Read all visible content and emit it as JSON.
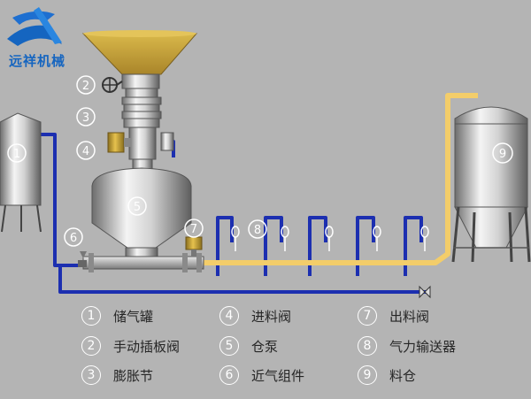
{
  "brand": {
    "name": "远祥机械"
  },
  "callouts": [
    "1",
    "2",
    "3",
    "4",
    "5",
    "6",
    "7",
    "8",
    "9"
  ],
  "legend": [
    {
      "num": "1",
      "label": "储气罐"
    },
    {
      "num": "2",
      "label": "手动插板阀"
    },
    {
      "num": "3",
      "label": "膨胀节"
    },
    {
      "num": "4",
      "label": "进料阀"
    },
    {
      "num": "5",
      "label": "仓泵"
    },
    {
      "num": "6",
      "label": "近气组件"
    },
    {
      "num": "7",
      "label": "出料阀"
    },
    {
      "num": "8",
      "label": "气力输送器"
    },
    {
      "num": "9",
      "label": "料仓"
    }
  ],
  "colors": {
    "background": "#b4b4b4",
    "air_line": "#1c2fb0",
    "material_line": "#f3cd6a",
    "hopper": "#c9a43a",
    "valve_gold": "#d8b25a",
    "brand": "#1565c0"
  }
}
